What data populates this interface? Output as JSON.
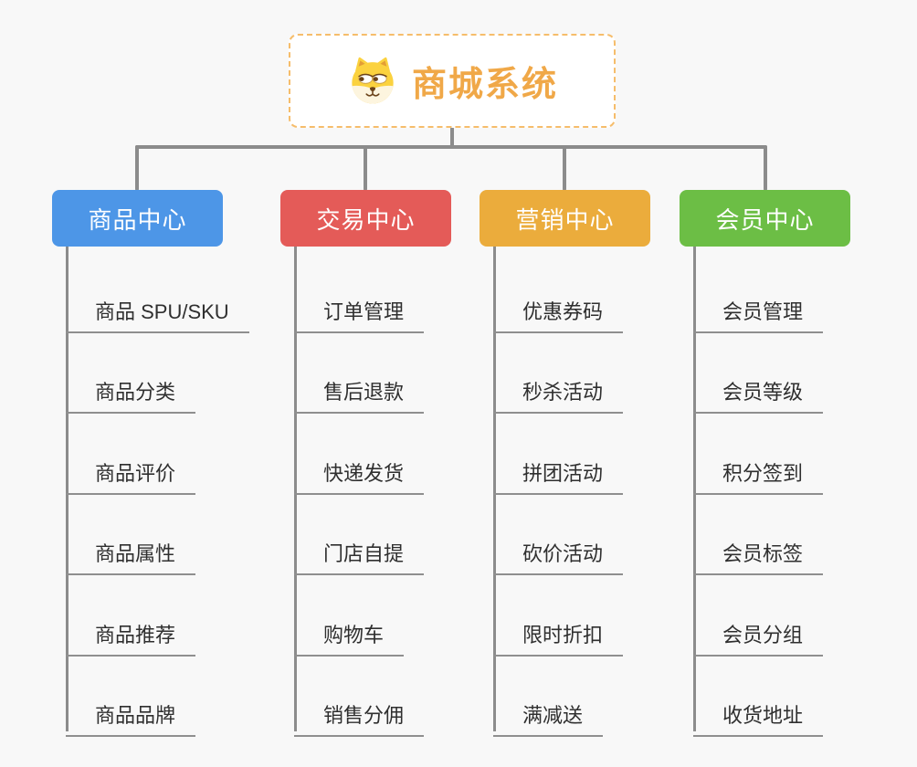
{
  "root": {
    "title": "商城系统",
    "icon": "dog-face-icon"
  },
  "branches": [
    {
      "id": "product-center",
      "label": "商品中心",
      "color": "#4d96e7",
      "children": [
        "商品 SPU/SKU",
        "商品分类",
        "商品评价",
        "商品属性",
        "商品推荐",
        "商品品牌"
      ]
    },
    {
      "id": "trade-center",
      "label": "交易中心",
      "color": "#e45b58",
      "children": [
        "订单管理",
        "售后退款",
        "快递发货",
        "门店自提",
        "购物车",
        "销售分佣"
      ]
    },
    {
      "id": "marketing-center",
      "label": "营销中心",
      "color": "#ebac3c",
      "children": [
        "优惠券码",
        "秒杀活动",
        "拼团活动",
        "砍价活动",
        "限时折扣",
        "满减送"
      ]
    },
    {
      "id": "member-center",
      "label": "会员中心",
      "color": "#6cbe45",
      "children": [
        "会员管理",
        "会员等级",
        "积分签到",
        "会员标签",
        "会员分组",
        "收货地址"
      ]
    }
  ],
  "colors": {
    "background": "#f8f8f8",
    "connector": "#8c8c8c",
    "leaf_underline": "#8f8f8f",
    "leaf_text": "#2f2f2f",
    "root_border": "#f6bd6b",
    "root_title": "#f0a848",
    "branch_text": "#ffffff"
  }
}
